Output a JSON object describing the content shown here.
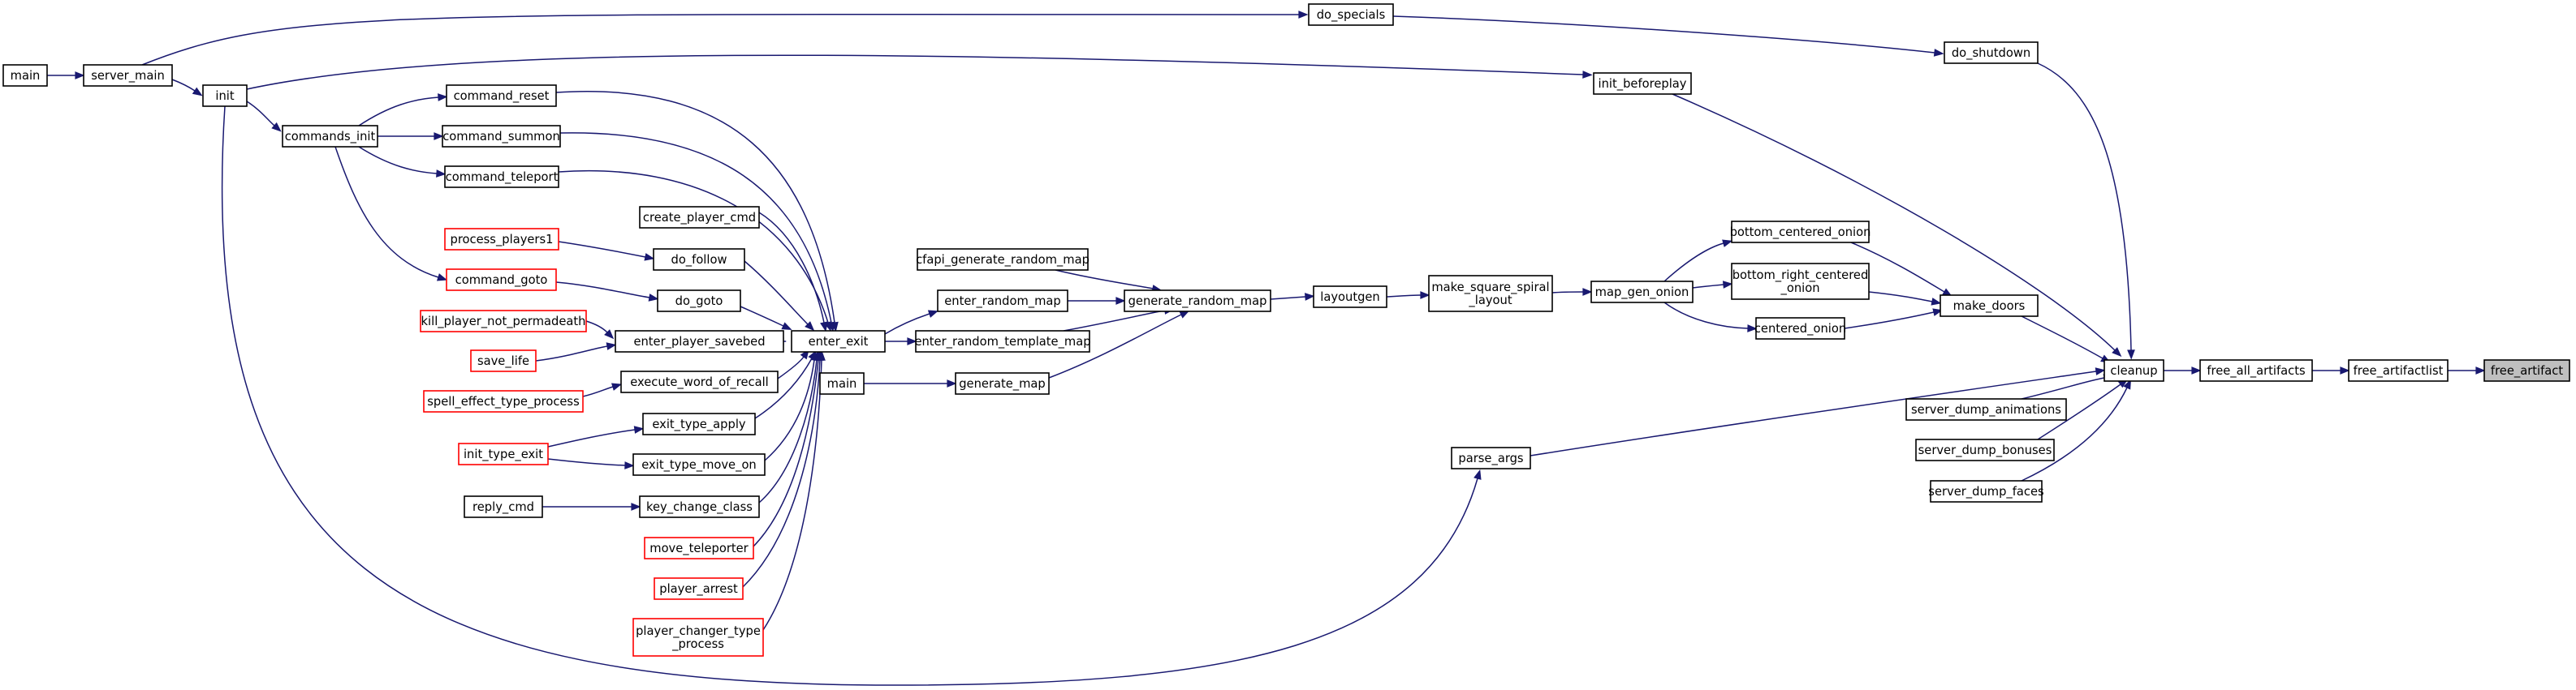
{
  "graph": {
    "colors": {
      "edge": "#191970",
      "node_border": "#000000",
      "incomplete_border": "#ff0000",
      "focus_fill": "#bfbfbf",
      "node_fill": "#ffffff"
    },
    "nodes": [
      {
        "id": "main1",
        "lines": [
          "main"
        ],
        "style": "normal"
      },
      {
        "id": "server_main",
        "lines": [
          "server_main"
        ],
        "style": "normal"
      },
      {
        "id": "init",
        "lines": [
          "init"
        ],
        "style": "normal"
      },
      {
        "id": "commands_init",
        "lines": [
          "commands_init"
        ],
        "style": "normal"
      },
      {
        "id": "command_reset",
        "lines": [
          "command_reset"
        ],
        "style": "normal"
      },
      {
        "id": "command_summon",
        "lines": [
          "command_summon"
        ],
        "style": "normal"
      },
      {
        "id": "command_teleport",
        "lines": [
          "command_teleport"
        ],
        "style": "normal"
      },
      {
        "id": "create_player_cmd",
        "lines": [
          "create_player_cmd"
        ],
        "style": "normal"
      },
      {
        "id": "process_players1",
        "lines": [
          "process_players1"
        ],
        "style": "incomplete"
      },
      {
        "id": "do_follow",
        "lines": [
          "do_follow"
        ],
        "style": "normal"
      },
      {
        "id": "command_goto",
        "lines": [
          "command_goto"
        ],
        "style": "incomplete"
      },
      {
        "id": "do_goto",
        "lines": [
          "do_goto"
        ],
        "style": "normal"
      },
      {
        "id": "kill_player_not_permadeath",
        "lines": [
          "kill_player_not_permadeath"
        ],
        "style": "incomplete"
      },
      {
        "id": "enter_player_savebed",
        "lines": [
          "enter_player_savebed"
        ],
        "style": "normal"
      },
      {
        "id": "save_life",
        "lines": [
          "save_life"
        ],
        "style": "incomplete"
      },
      {
        "id": "spell_effect_type_process",
        "lines": [
          "spell_effect_type_process"
        ],
        "style": "incomplete"
      },
      {
        "id": "execute_word_of_recall",
        "lines": [
          "execute_word_of_recall"
        ],
        "style": "normal"
      },
      {
        "id": "exit_type_apply",
        "lines": [
          "exit_type_apply"
        ],
        "style": "normal"
      },
      {
        "id": "init_type_exit",
        "lines": [
          "init_type_exit"
        ],
        "style": "incomplete"
      },
      {
        "id": "exit_type_move_on",
        "lines": [
          "exit_type_move_on"
        ],
        "style": "normal"
      },
      {
        "id": "reply_cmd",
        "lines": [
          "reply_cmd"
        ],
        "style": "normal"
      },
      {
        "id": "key_change_class",
        "lines": [
          "key_change_class"
        ],
        "style": "normal"
      },
      {
        "id": "move_teleporter",
        "lines": [
          "move_teleporter"
        ],
        "style": "incomplete"
      },
      {
        "id": "player_arrest",
        "lines": [
          "player_arrest"
        ],
        "style": "incomplete"
      },
      {
        "id": "player_changer_type_process",
        "lines": [
          "player_changer_type",
          "_process"
        ],
        "style": "incomplete"
      },
      {
        "id": "enter_exit",
        "lines": [
          "enter_exit"
        ],
        "style": "normal"
      },
      {
        "id": "cfapi_generate_random_map",
        "lines": [
          "cfapi_generate_random_map"
        ],
        "style": "normal"
      },
      {
        "id": "enter_random_map",
        "lines": [
          "enter_random_map"
        ],
        "style": "normal"
      },
      {
        "id": "enter_random_template_map",
        "lines": [
          "enter_random_template_map"
        ],
        "style": "normal"
      },
      {
        "id": "main2",
        "lines": [
          "main"
        ],
        "style": "normal"
      },
      {
        "id": "generate_map",
        "lines": [
          "generate_map"
        ],
        "style": "normal"
      },
      {
        "id": "generate_random_map",
        "lines": [
          "generate_random_map"
        ],
        "style": "normal"
      },
      {
        "id": "layoutgen",
        "lines": [
          "layoutgen"
        ],
        "style": "normal"
      },
      {
        "id": "make_square_spiral_layout",
        "lines": [
          "make_square_spiral",
          "_layout"
        ],
        "style": "normal"
      },
      {
        "id": "map_gen_onion",
        "lines": [
          "map_gen_onion"
        ],
        "style": "normal"
      },
      {
        "id": "bottom_centered_onion",
        "lines": [
          "bottom_centered_onion"
        ],
        "style": "normal"
      },
      {
        "id": "bottom_right_centered_onion",
        "lines": [
          "bottom_right_centered",
          "_onion"
        ],
        "style": "normal"
      },
      {
        "id": "centered_onion",
        "lines": [
          "centered_onion"
        ],
        "style": "normal"
      },
      {
        "id": "make_doors",
        "lines": [
          "make_doors"
        ],
        "style": "normal"
      },
      {
        "id": "do_specials",
        "lines": [
          "do_specials"
        ],
        "style": "normal"
      },
      {
        "id": "do_shutdown",
        "lines": [
          "do_shutdown"
        ],
        "style": "normal"
      },
      {
        "id": "init_beforeplay",
        "lines": [
          "init_beforeplay"
        ],
        "style": "normal"
      },
      {
        "id": "parse_args",
        "lines": [
          "parse_args"
        ],
        "style": "normal"
      },
      {
        "id": "server_dump_animations",
        "lines": [
          "server_dump_animations"
        ],
        "style": "normal"
      },
      {
        "id": "server_dump_bonuses",
        "lines": [
          "server_dump_bonuses"
        ],
        "style": "normal"
      },
      {
        "id": "server_dump_faces",
        "lines": [
          "server_dump_faces"
        ],
        "style": "normal"
      },
      {
        "id": "cleanup",
        "lines": [
          "cleanup"
        ],
        "style": "normal"
      },
      {
        "id": "free_all_artifacts",
        "lines": [
          "free_all_artifacts"
        ],
        "style": "normal"
      },
      {
        "id": "free_artifactlist",
        "lines": [
          "free_artifactlist"
        ],
        "style": "normal"
      },
      {
        "id": "free_artifact",
        "lines": [
          "free_artifact"
        ],
        "style": "focus"
      }
    ],
    "edges": [
      {
        "from": "main1",
        "to": "server_main"
      },
      {
        "from": "server_main",
        "to": "init"
      },
      {
        "from": "server_main",
        "to": "do_specials"
      },
      {
        "from": "do_specials",
        "to": "do_shutdown"
      },
      {
        "from": "do_shutdown",
        "to": "cleanup"
      },
      {
        "from": "init",
        "to": "init_beforeplay"
      },
      {
        "from": "init_beforeplay",
        "to": "cleanup"
      },
      {
        "from": "init",
        "to": "commands_init"
      },
      {
        "from": "init",
        "to": "parse_args"
      },
      {
        "from": "parse_args",
        "to": "cleanup"
      },
      {
        "from": "commands_init",
        "to": "command_reset"
      },
      {
        "from": "commands_init",
        "to": "command_summon"
      },
      {
        "from": "commands_init",
        "to": "command_teleport"
      },
      {
        "from": "commands_init",
        "to": "command_goto"
      },
      {
        "from": "command_goto",
        "to": "do_goto"
      },
      {
        "from": "process_players1",
        "to": "do_follow"
      },
      {
        "from": "kill_player_not_permadeath",
        "to": "enter_player_savebed"
      },
      {
        "from": "save_life",
        "to": "enter_player_savebed"
      },
      {
        "from": "spell_effect_type_process",
        "to": "execute_word_of_recall"
      },
      {
        "from": "init_type_exit",
        "to": "exit_type_apply"
      },
      {
        "from": "init_type_exit",
        "to": "exit_type_move_on"
      },
      {
        "from": "reply_cmd",
        "to": "key_change_class"
      },
      {
        "from": "command_reset",
        "to": "enter_exit"
      },
      {
        "from": "command_summon",
        "to": "enter_exit"
      },
      {
        "from": "command_teleport",
        "to": "enter_exit"
      },
      {
        "from": "create_player_cmd",
        "to": "enter_exit"
      },
      {
        "from": "do_follow",
        "to": "enter_exit"
      },
      {
        "from": "do_goto",
        "to": "enter_exit"
      },
      {
        "from": "enter_player_savebed",
        "to": "enter_exit"
      },
      {
        "from": "execute_word_of_recall",
        "to": "enter_exit"
      },
      {
        "from": "exit_type_apply",
        "to": "enter_exit"
      },
      {
        "from": "exit_type_move_on",
        "to": "enter_exit"
      },
      {
        "from": "key_change_class",
        "to": "enter_exit"
      },
      {
        "from": "move_teleporter",
        "to": "enter_exit"
      },
      {
        "from": "player_arrest",
        "to": "enter_exit"
      },
      {
        "from": "player_changer_type_process",
        "to": "enter_exit"
      },
      {
        "from": "enter_exit",
        "to": "enter_random_map"
      },
      {
        "from": "enter_exit",
        "to": "enter_random_template_map"
      },
      {
        "from": "cfapi_generate_random_map",
        "to": "generate_random_map"
      },
      {
        "from": "enter_random_map",
        "to": "generate_random_map"
      },
      {
        "from": "enter_random_template_map",
        "to": "generate_random_map"
      },
      {
        "from": "main2",
        "to": "generate_map"
      },
      {
        "from": "generate_map",
        "to": "generate_random_map"
      },
      {
        "from": "generate_random_map",
        "to": "layoutgen"
      },
      {
        "from": "layoutgen",
        "to": "make_square_spiral_layout"
      },
      {
        "from": "make_square_spiral_layout",
        "to": "map_gen_onion"
      },
      {
        "from": "map_gen_onion",
        "to": "bottom_centered_onion"
      },
      {
        "from": "map_gen_onion",
        "to": "bottom_right_centered_onion"
      },
      {
        "from": "map_gen_onion",
        "to": "centered_onion"
      },
      {
        "from": "bottom_centered_onion",
        "to": "make_doors"
      },
      {
        "from": "bottom_right_centered_onion",
        "to": "make_doors"
      },
      {
        "from": "centered_onion",
        "to": "make_doors"
      },
      {
        "from": "make_doors",
        "to": "cleanup"
      },
      {
        "from": "server_dump_animations",
        "to": "cleanup"
      },
      {
        "from": "server_dump_bonuses",
        "to": "cleanup"
      },
      {
        "from": "server_dump_faces",
        "to": "cleanup"
      },
      {
        "from": "cleanup",
        "to": "free_all_artifacts"
      },
      {
        "from": "free_all_artifacts",
        "to": "free_artifactlist"
      },
      {
        "from": "free_artifactlist",
        "to": "free_artifact"
      }
    ]
  }
}
